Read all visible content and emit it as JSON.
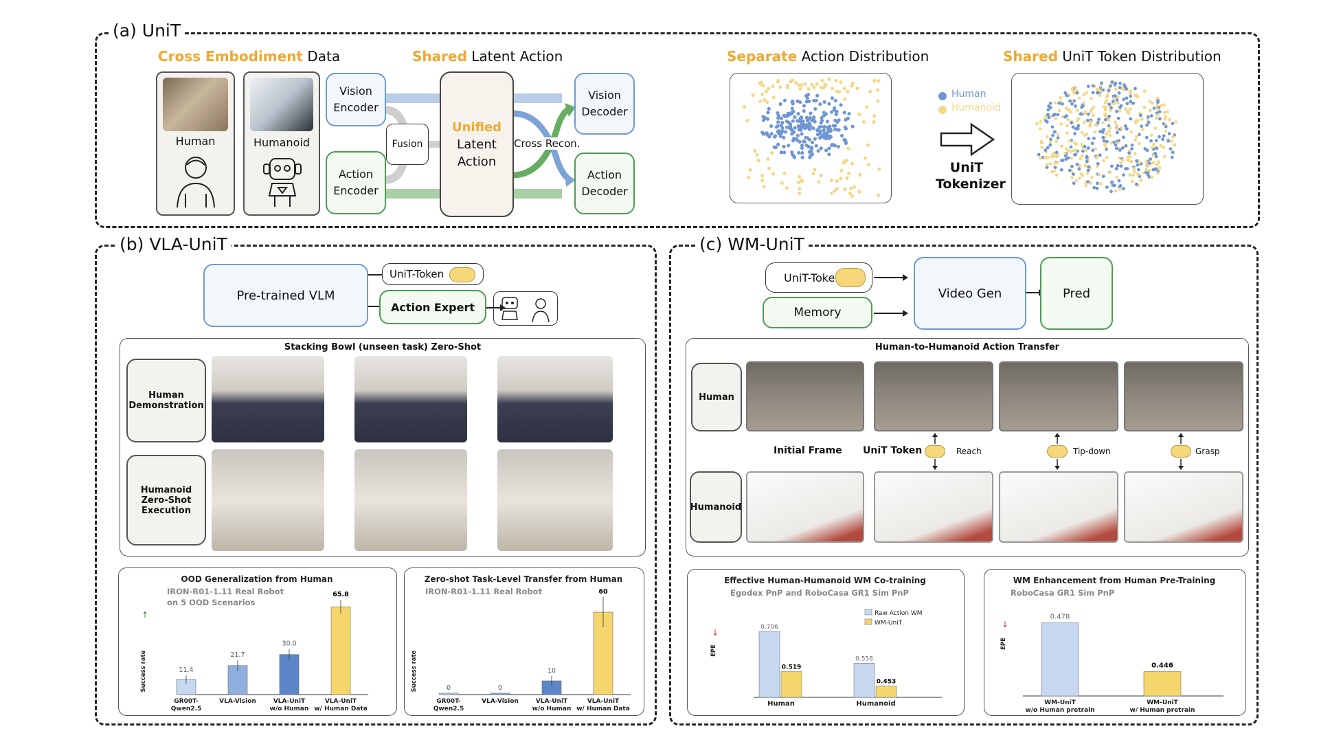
{
  "panels": {
    "a": {
      "title": "(a) UniT"
    },
    "b": {
      "title": "(b) VLA-UniT"
    },
    "c": {
      "title": "(c) WM-UniT"
    }
  },
  "a": {
    "cross_hl": "Cross Embodiment",
    "cross_rest": " Data",
    "shared_hl": "Shared",
    "shared_rest": " Latent Action",
    "sep_hl": "Separate",
    "sep_rest": " Action Distribution",
    "shared2_hl": "Shared",
    "shared2_rest": " UniT Token Distribution",
    "human_label": "Human",
    "humanoid_label": "Humanoid",
    "vision_encoder": "Vision Encoder",
    "action_encoder": "Action Encoder",
    "fusion": "Fusion",
    "unified": "Unified",
    "latent_action": "Latent Action",
    "cross_recon": "Cross  Recon.",
    "vision_decoder": "Vision Decoder",
    "action_decoder": "Action Decoder",
    "legend_human": "Human",
    "legend_humanoid": "Humanoid",
    "tokenizer": "UniT Tokenizer",
    "colors": {
      "human": "#6f96d3",
      "humanoid": "#f2d889"
    }
  },
  "b": {
    "vlm": "Pre-trained VLM",
    "unit_token": "UniT-Token",
    "action_expert": "Action Expert",
    "demo_title": "Stacking Bowl (unseen task) Zero-Shot",
    "human_demo": "Human Demonstration",
    "humanoid_exec": "Humanoid Zero-Shot Execution"
  },
  "c": {
    "unit_token": "UniT-Token",
    "memory": "Memory",
    "video_gen": "Video Gen",
    "pred": "Pred",
    "transfer_title": "Human-to-Humanoid Action Transfer",
    "human": "Human",
    "humanoid": "Humanoid",
    "initial_frame": "Initial Frame",
    "unit_token_lbl": "UniT Token",
    "reach": "Reach",
    "tipdown": "Tip-down",
    "grasp": "Grasp"
  },
  "chart_data": [
    {
      "type": "bar",
      "title": "OOD Generalization from Human",
      "subtitle": "IRON-R01-1.11 Real Robot on 5 OOD Scenarios",
      "ylabel": "Success rate",
      "categories": [
        "GR00T-Qwen2.5",
        "VLA-Vision",
        "VLA-UniT w/o Human",
        "VLA-UniT w/ Human Data"
      ],
      "values": [
        11.4,
        21.7,
        30.0,
        65.8
      ],
      "value_labels": [
        "11.4",
        "21.7",
        "30.0",
        "65.8"
      ],
      "colors": [
        "#c6d8ef",
        "#8fb0df",
        "#5c86c7",
        "#f4d66c"
      ],
      "ylim": [
        0,
        70
      ]
    },
    {
      "type": "bar",
      "title": "Zero-shot Task-Level Transfer from Human",
      "subtitle": "IRON-R01-1.11   Real Robot",
      "ylabel": "Success rate",
      "categories": [
        "GR00T-Qwen2.5",
        "VLA-Vision",
        "VLA-UniT w/o Human",
        "VLA-UniT w/ Human Data"
      ],
      "values": [
        0,
        0,
        10,
        60
      ],
      "value_labels": [
        "0",
        "0",
        "10",
        "60"
      ],
      "colors": [
        "#c6d8ef",
        "#8fb0df",
        "#5c86c7",
        "#f4d66c"
      ],
      "ylim": [
        0,
        65
      ]
    },
    {
      "type": "bar",
      "title": "Effective Human-Humanoid WM Co-training",
      "subtitle": "Egodex PnP and RoboCasa GR1 Sim PnP",
      "ylabel": "EPE",
      "categories": [
        "Human",
        "Humanoid"
      ],
      "series": [
        {
          "name": "Raw Action WM",
          "values": [
            0.706,
            0.558
          ]
        },
        {
          "name": "WM-UniT",
          "values": [
            0.519,
            0.453
          ]
        }
      ],
      "value_labels": [
        [
          "0.706",
          "0.558"
        ],
        [
          "0.519",
          "0.453"
        ]
      ],
      "colors": [
        "#c6d8ef",
        "#f4d66c"
      ],
      "ylim": [
        0.4,
        0.75
      ]
    },
    {
      "type": "bar",
      "title": "WM Enhancement from Human Pre-Training",
      "subtitle": "RoboCasa GR1 Sim PnP",
      "ylabel": "EPE",
      "categories": [
        "WM-UniT w/o Human pretrain",
        "WM-UniT w/ Human pretrain"
      ],
      "values": [
        0.478,
        0.446
      ],
      "value_labels": [
        "0.478",
        "0.446"
      ],
      "colors": [
        "#c6d8ef",
        "#f4d66c"
      ],
      "ylim": [
        0.43,
        0.485
      ]
    }
  ]
}
